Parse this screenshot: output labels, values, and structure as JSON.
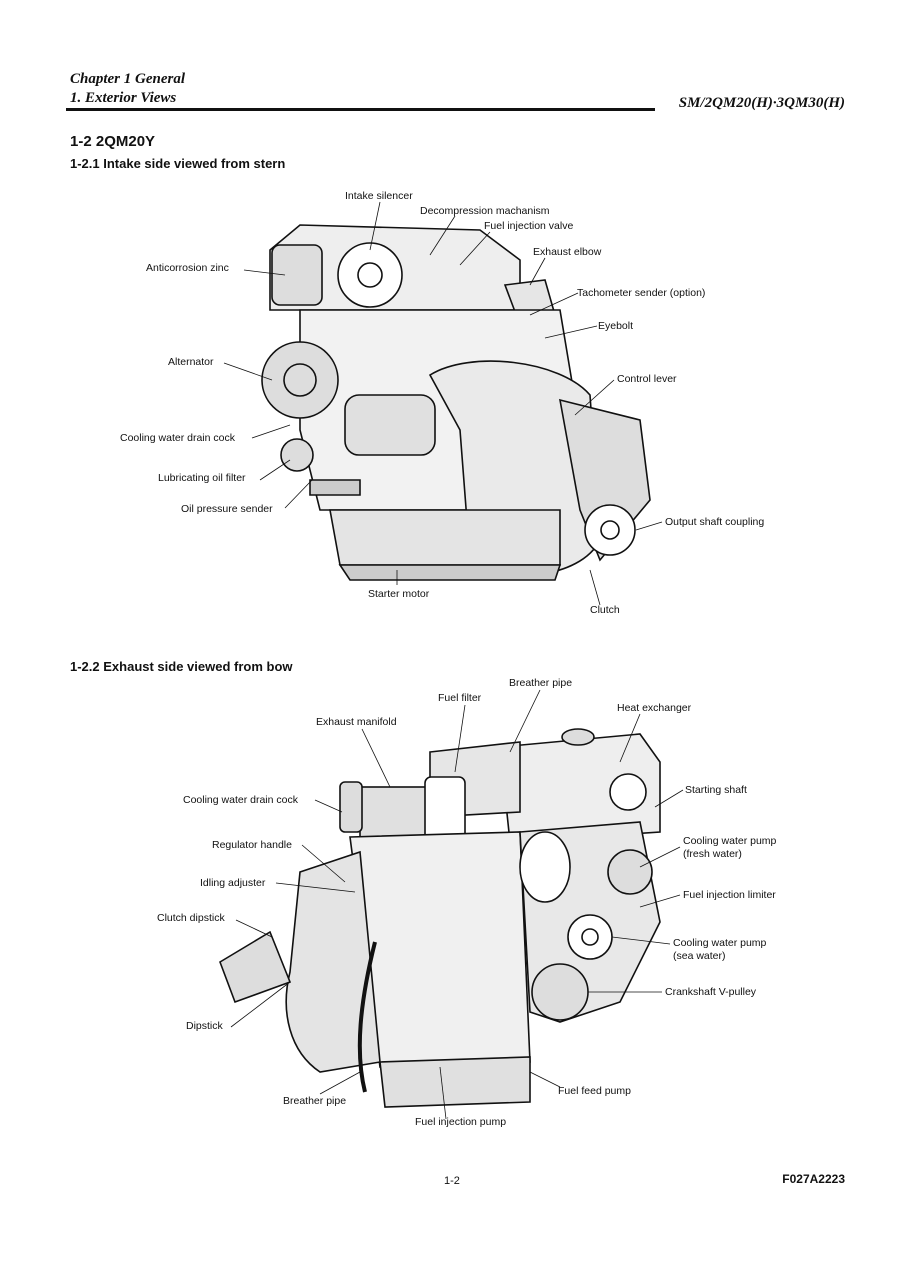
{
  "header": {
    "chapter": "Chapter 1 General",
    "subchapter": "1. Exterior Views",
    "model": "SM/2QM20(H)·3QM30(H)"
  },
  "section": {
    "title": "1-2 2QM20Y"
  },
  "figure1": {
    "title": "1-2.1 Intake side viewed from stern",
    "labels": {
      "intake_silencer": "Intake silencer",
      "decompression": "Decompression machanism",
      "fuel_injection_valve": "Fuel injection valve",
      "exhaust_elbow": "Exhaust elbow",
      "anticorrosion_zinc": "Anticorrosion zinc",
      "tachometer_sender": "Tachometer sender (option)",
      "eyebolt": "Eyebolt",
      "alternator": "Alternator",
      "control_lever": "Control lever",
      "cooling_water_drain_cock": "Cooling water drain cock",
      "lubricating_oil_filter": "Lubricating oil filter",
      "oil_pressure_sender": "Oil pressure sender",
      "output_shaft_coupling": "Output shaft coupling",
      "starter_motor": "Starter motor",
      "clutch": "Clutch"
    }
  },
  "figure2": {
    "title": "1-2.2 Exhaust side viewed from bow",
    "labels": {
      "breather_pipe_top": "Breather pipe",
      "fuel_filter": "Fuel filter",
      "heat_exchanger": "Heat exchanger",
      "exhaust_manifold": "Exhaust manifold",
      "starting_shaft": "Starting shaft",
      "cooling_water_drain_cock": "Cooling water drain cock",
      "regulator_handle": "Regulator handle",
      "cooling_water_pump_fresh_1": "Cooling water pump",
      "cooling_water_pump_fresh_2": "(fresh water)",
      "idling_adjuster": "Idling adjuster",
      "fuel_injection_limiter": "Fuel injection limiter",
      "clutch_dipstick": "Clutch dipstick",
      "cooling_water_pump_sea_1": "Cooling water pump",
      "cooling_water_pump_sea_2": "(sea water)",
      "crankshaft_v_pulley": "Crankshaft V-pulley",
      "dipstick": "Dipstick",
      "fuel_feed_pump": "Fuel feed pump",
      "breather_pipe_bottom": "Breather pipe",
      "fuel_injection_pump": "Fuel injection pump"
    }
  },
  "footer": {
    "page": "1-2",
    "code": "F027A2223"
  }
}
